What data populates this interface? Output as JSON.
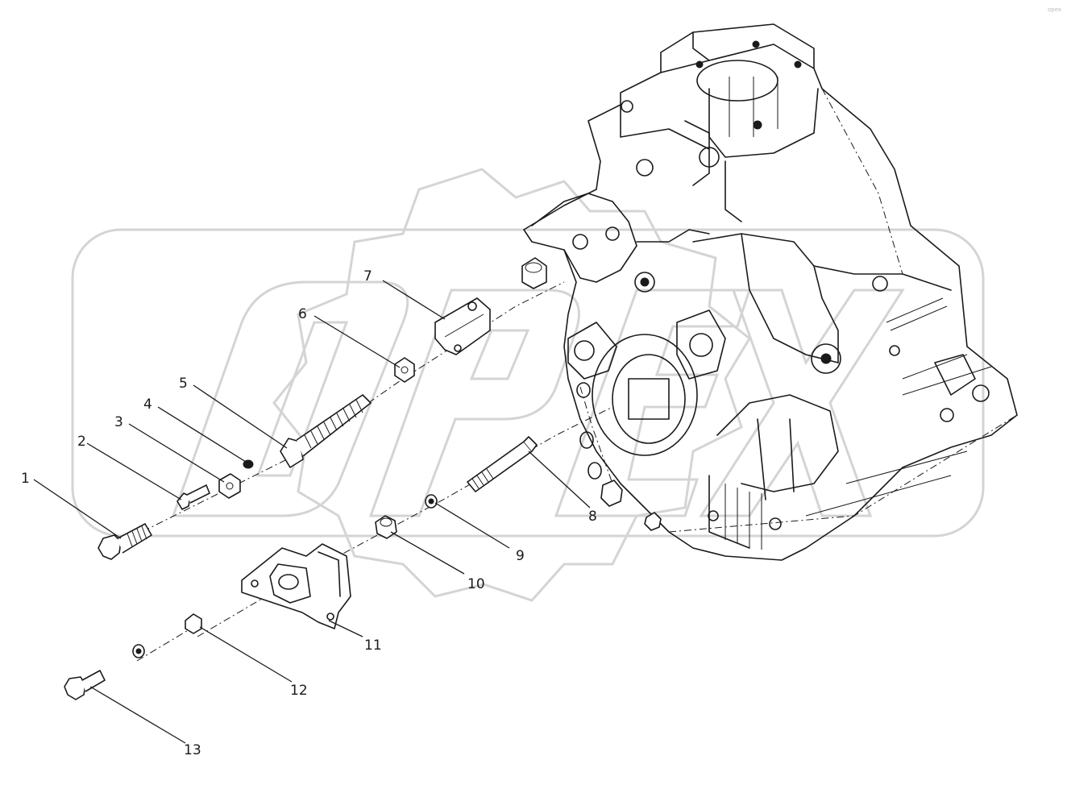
{
  "callouts": [
    {
      "id": "c1",
      "label": "1"
    },
    {
      "id": "c2",
      "label": "2"
    },
    {
      "id": "c3",
      "label": "3"
    },
    {
      "id": "c4",
      "label": "4"
    },
    {
      "id": "c5",
      "label": "5"
    },
    {
      "id": "c6",
      "label": "6"
    },
    {
      "id": "c7",
      "label": "7"
    },
    {
      "id": "c8",
      "label": "8"
    },
    {
      "id": "c9",
      "label": "9"
    },
    {
      "id": "c10",
      "label": "10"
    },
    {
      "id": "c11",
      "label": "11"
    },
    {
      "id": "c12",
      "label": "12"
    },
    {
      "id": "c13",
      "label": "13"
    }
  ],
  "watermark": {
    "text": "OPEX",
    "color": "#d4d4d4"
  },
  "colors": {
    "line": "#1a1a1a",
    "background": "#ffffff"
  }
}
